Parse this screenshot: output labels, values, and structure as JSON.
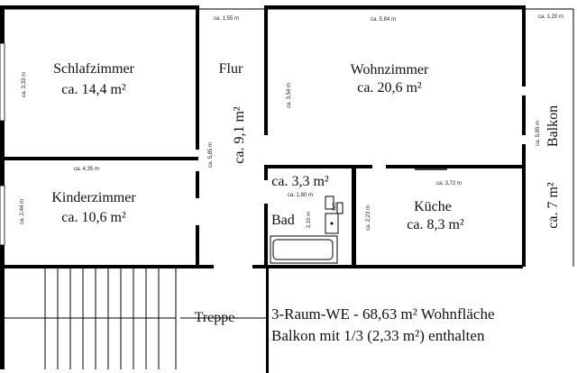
{
  "rooms": {
    "schlafzimmer": {
      "name": "Schlafzimmer",
      "area": "ca. 14,4 m²"
    },
    "flur": {
      "name": "Flur",
      "area": "ca. 9,1 m²"
    },
    "wohnzimmer": {
      "name": "Wohnzimmer",
      "area": "ca. 20,6 m²"
    },
    "balkon": {
      "name": "Balkon",
      "area": "ca. 7 m²"
    },
    "kinderzimmer": {
      "name": "Kinderzimmer",
      "area": "ca. 10,6 m²"
    },
    "bad": {
      "name": "Bad",
      "area": "ca. 3,3 m²"
    },
    "kueche": {
      "name": "Küche",
      "area": "ca. 8,3 m²"
    },
    "treppe": {
      "name": "Treppe"
    }
  },
  "dimensions": {
    "schlaf_height": "ca. 3,33 m",
    "flur_width": "ca. 1,55 m",
    "wohn_width": "ca. 5,84 m",
    "wohn_height": "ca. 3,54 m",
    "balkon_width": "ca. 1,20 m",
    "balkon_length": "ca. 5,85 m",
    "kinder_width": "ca. 4,35 m",
    "kinder_height": "ca. 2,44 m",
    "flur_length": "ca. 5,85 m",
    "bad_width": "ca. 1,80 m",
    "bad_height": "2,10 m",
    "kueche_height": "ca. 2,23 m",
    "kueche_width": "ca. 3,72 m"
  },
  "summary": {
    "line1": "3-Raum-WE - 68,63 m² Wohnfläche",
    "line2": "Balkon mit 1/3 (2,33 m²) enthalten"
  }
}
